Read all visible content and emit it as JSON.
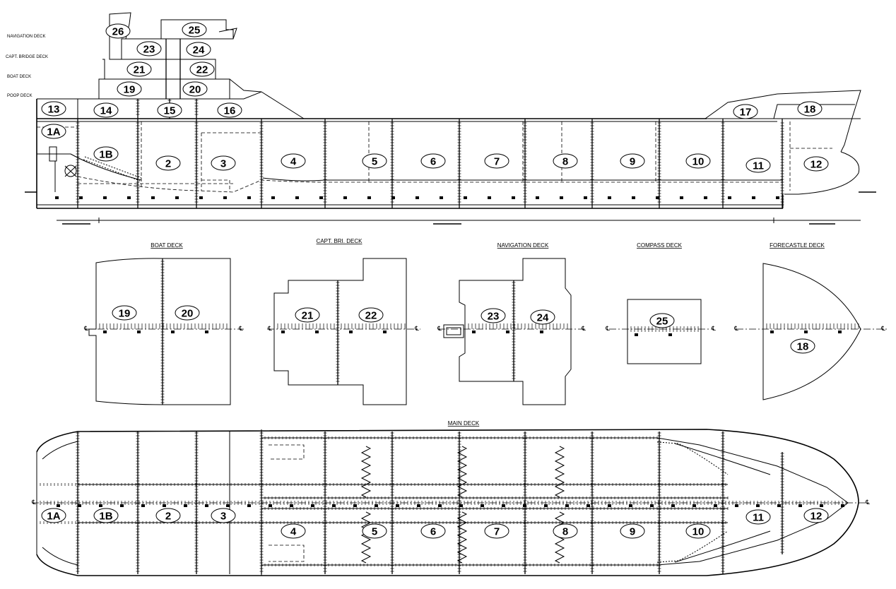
{
  "deck_levels": [
    "NAVIGATION DECK",
    "CAPT. BRIDGE DECK",
    "BOAT DECK",
    "POOP DECK"
  ],
  "plan_titles": {
    "boat": "BOAT DECK",
    "capt": "CAPT. BRI. DECK",
    "nav": "NAVIGATION DECK",
    "compass": "COMPASS DECK",
    "forecastle": "FORECASTLE DECK",
    "main": "MAIN DECK"
  },
  "centerline_symbol": "℄",
  "profile_zones": [
    "26",
    "25",
    "23",
    "24",
    "21",
    "22",
    "19",
    "20",
    "13",
    "14",
    "15",
    "16",
    "17",
    "18",
    "1A",
    "1B",
    "2",
    "3",
    "4",
    "5",
    "6",
    "7",
    "8",
    "9",
    "10",
    "11",
    "12"
  ],
  "boat_zones": [
    "19",
    "20"
  ],
  "capt_zones": [
    "21",
    "22"
  ],
  "nav_zones": [
    "23",
    "24"
  ],
  "compass_zones": [
    "25"
  ],
  "forecastle_zones": [
    "18"
  ],
  "main_zones": [
    "1A",
    "1B",
    "2",
    "3",
    "4",
    "5",
    "6",
    "7",
    "8",
    "9",
    "10",
    "11",
    "12"
  ]
}
